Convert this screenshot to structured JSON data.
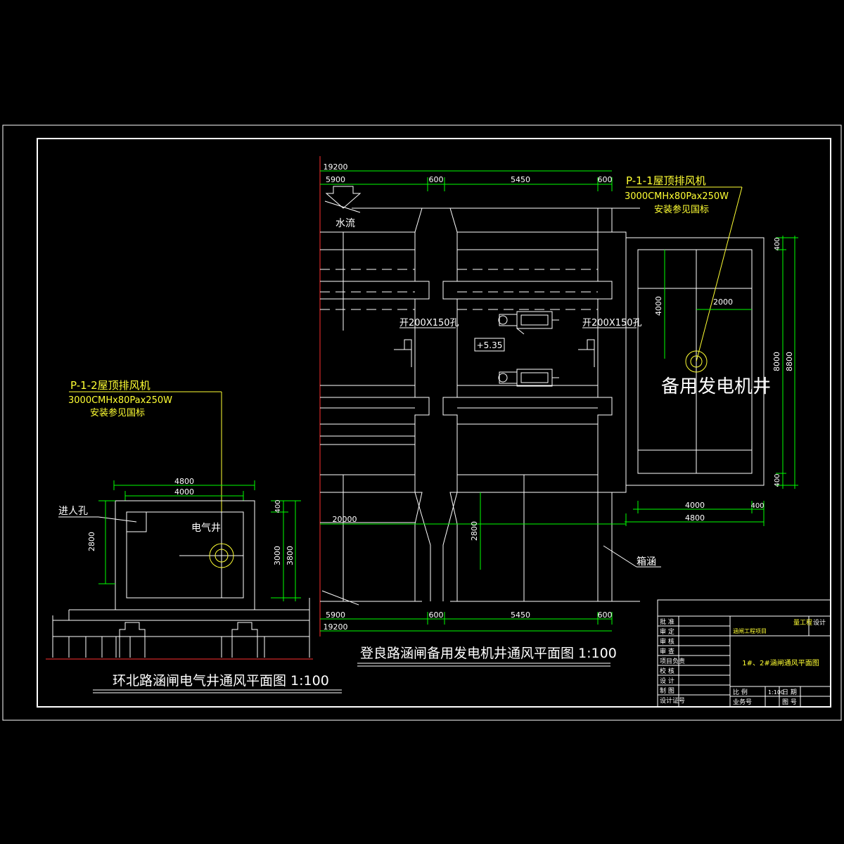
{
  "right_plan": {
    "title": "登良路涵闸备用发电机井通风平面图 1:100",
    "fan_label": "P-1-1屋顶排风机",
    "fan_spec": "3000CMHx80Pax250W",
    "fan_install": "安装参见国标",
    "water_flow": "水流",
    "opening_left": "开200X150孔",
    "opening_right": "开200X150孔",
    "elevation": "+5.35",
    "well_label": "备用发电机井",
    "box_culvert": "箱涵",
    "dim_top_total": "19200",
    "dim_top_1": "5900",
    "dim_top_2": "600",
    "dim_top_3": "5450",
    "dim_top_4": "600",
    "dim_bottom_total": "19200",
    "dim_bottom_1": "5900",
    "dim_bottom_2": "600",
    "dim_bottom_3": "5450",
    "dim_bottom_4": "600",
    "dim_20000": "20000",
    "dim_2800": "2800",
    "dim_4000_v": "4000",
    "dim_2000": "2000",
    "dim_400_top": "400",
    "dim_8000": "8000",
    "dim_8800": "8800",
    "dim_400_bottom": "400",
    "dim_4000_h": "4000",
    "dim_400_h": "400",
    "dim_4800_h": "4800"
  },
  "left_plan": {
    "title": "环北路涵闸电气井通风平面图 1:100",
    "fan_label": "P-1-2屋顶排风机",
    "fan_spec": "3000CMHx80Pax250W",
    "fan_install": "安装参见国标",
    "manhole": "进人孔",
    "well_label": "电气井",
    "dim_4800": "4800",
    "dim_4000": "4000",
    "dim_2800": "2800",
    "dim_400": "400",
    "dim_3000": "3000",
    "dim_3800": "3800"
  },
  "title_block": {
    "row_labels": [
      "批 准",
      "审 定",
      "审 核",
      "审 查",
      "项目负责",
      "校 核",
      "设 计",
      "制 图",
      "设计证号"
    ],
    "company": "量工程",
    "design": "设计",
    "project": "涵闸工程项目",
    "drawing_name": "1#、2#涵闸通风平面图",
    "scale_label": "比 例",
    "scale_value": "1:100",
    "date_label": "日 期",
    "job_label": "业务号",
    "sheet_label": "图 号"
  },
  "colors": {
    "background": "#000000",
    "lines": "#ffffff",
    "dimensions": "#00ff00",
    "annotations": "#ffff33",
    "axis": "#ff3030"
  }
}
